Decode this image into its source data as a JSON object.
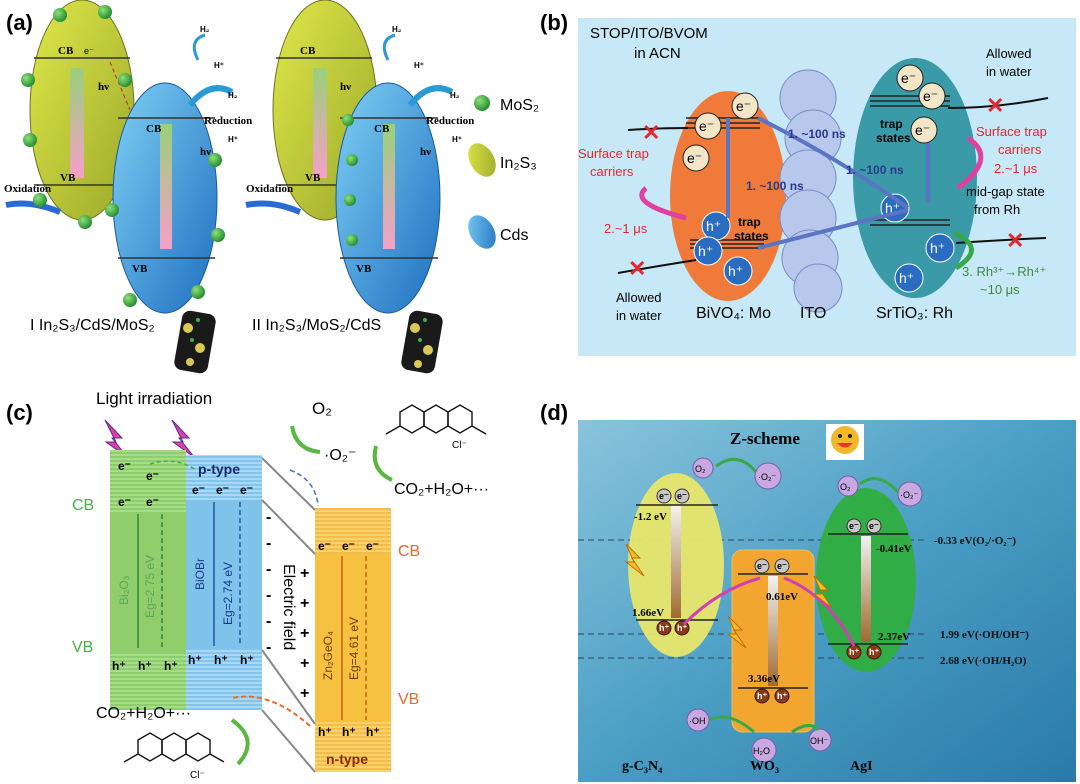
{
  "panels": {
    "a": {
      "label": "(a)",
      "cb": "CB",
      "vb": "VB",
      "e_minus": "e⁻",
      "h_plus": "h⁺",
      "hv": "hν",
      "h2": "H₂",
      "hplus": "H⁺",
      "reduction": "Reduction",
      "oxidation": "Oxidation",
      "legend_mos2": "MoS₂",
      "legend_in2s3": "In₂S₃",
      "legend_cds": "Cds",
      "caption_1": "I In₂S₃/CdS/MoS₂",
      "caption_2": "II In₂S₃/MoS₂/CdS",
      "colors": {
        "in2s3": "#c8d43a",
        "cds": "#3a9de0",
        "mos2": "#3cb34a"
      }
    },
    "b": {
      "label": "(b)",
      "title_line1": "STOP/ITO/BVOM",
      "title_line2": "in ACN",
      "e": "e⁻",
      "h": "h⁺",
      "trap_states": "trap states",
      "trap_line1": "trap",
      "trap_line2": "states",
      "t_100ns_a": "1. ~100 ns",
      "t_100ns_b": "1. ~100 ns",
      "t_100ns_c": "1. ~100 ns",
      "surface_trap": "Surface trap carriers",
      "surface_trap_l1": "Surface trap",
      "surface_trap_l2": "carriers",
      "t_1us_left": "2.~1 μs",
      "t_1us_right": "2.~1 μs",
      "allowed_water_top_l1": "Allowed",
      "allowed_water_top_l2": "in water",
      "allowed_water_bot_l1": "Allowed",
      "allowed_water_bot_l2": "in water",
      "midgap_l1": "mid-gap state",
      "midgap_l2": "from Rh",
      "rh_step_l1": "3. Rh³⁺→Rh⁴⁺",
      "rh_step_l2": "~10 μs",
      "bivo4": "BiVO₄: Mo",
      "ito": "ITO",
      "srtio3": "SrTiO₃: Rh",
      "colors": {
        "bg": "#c7e9f7",
        "bivo4": "#f07a3a",
        "srtio3": "#3a9aa8",
        "red": "#e6262e",
        "green": "#3c8c3c",
        "arrow": "#5b74c4"
      }
    },
    "c": {
      "label": "(c)",
      "light": "Light irradiation",
      "o2": "O₂",
      "o2_rad": "·O₂⁻",
      "co2_top": "CO₂+H₂O+···",
      "co2_bot": "CO₂+H₂O+···",
      "cl": "Cl⁻",
      "cb_left": "CB",
      "vb_left": "VB",
      "cb_right": "CB",
      "vb_right": "VB",
      "ptype": "p-type",
      "ntype": "n-type",
      "e": "e⁻",
      "h": "h⁺",
      "bi2o3": "Bi₂O₃",
      "bi2o3_eg": "Eg=2.75 eV",
      "biobr": "BiOBr",
      "biobr_eg": "Eg=2.74 eV",
      "zngeo4": "Zn₂GeO₄",
      "zngeo4_eg": "Eg=4.61 eV",
      "efield": "Electric field",
      "minus": "-",
      "plus": "+",
      "colors": {
        "bi2o3": "#8fce6a",
        "biobr": "#7fc2ea",
        "zngeo4": "#f6c040",
        "green_text": "#4cae4c",
        "orange_text": "#e86a2a"
      }
    },
    "d": {
      "label": "(d)",
      "title": "Z-scheme",
      "o2": "O₂",
      "o2_rad": "·O₂⁻",
      "oh": "·OH",
      "h2o": "H₂O",
      "ohm": "OH⁻",
      "e": "e⁻",
      "h": "h⁺",
      "gcn_cb": "-1.2 eV",
      "gcn_vb": "1.66eV",
      "wo3_cb": "0.61eV",
      "wo3_vb": "3.36eV",
      "agi_cb": "-0.41eV",
      "agi_vb": "2.37eV",
      "ref1": "-0.33 eV(O₂/·O₂⁻)",
      "ref2": "1.99 eV(·OH/OH⁻)",
      "ref3": "2.68 eV(·OH/H₂O)",
      "name_gcn": "g-C₃N₄",
      "name_wo3": "WO₃",
      "name_agi": "AgI",
      "colors": {
        "bg": "#5aa5c8",
        "gcn": "#e8e66a",
        "wo3": "#f2a630",
        "agi": "#2fae3f"
      }
    }
  }
}
